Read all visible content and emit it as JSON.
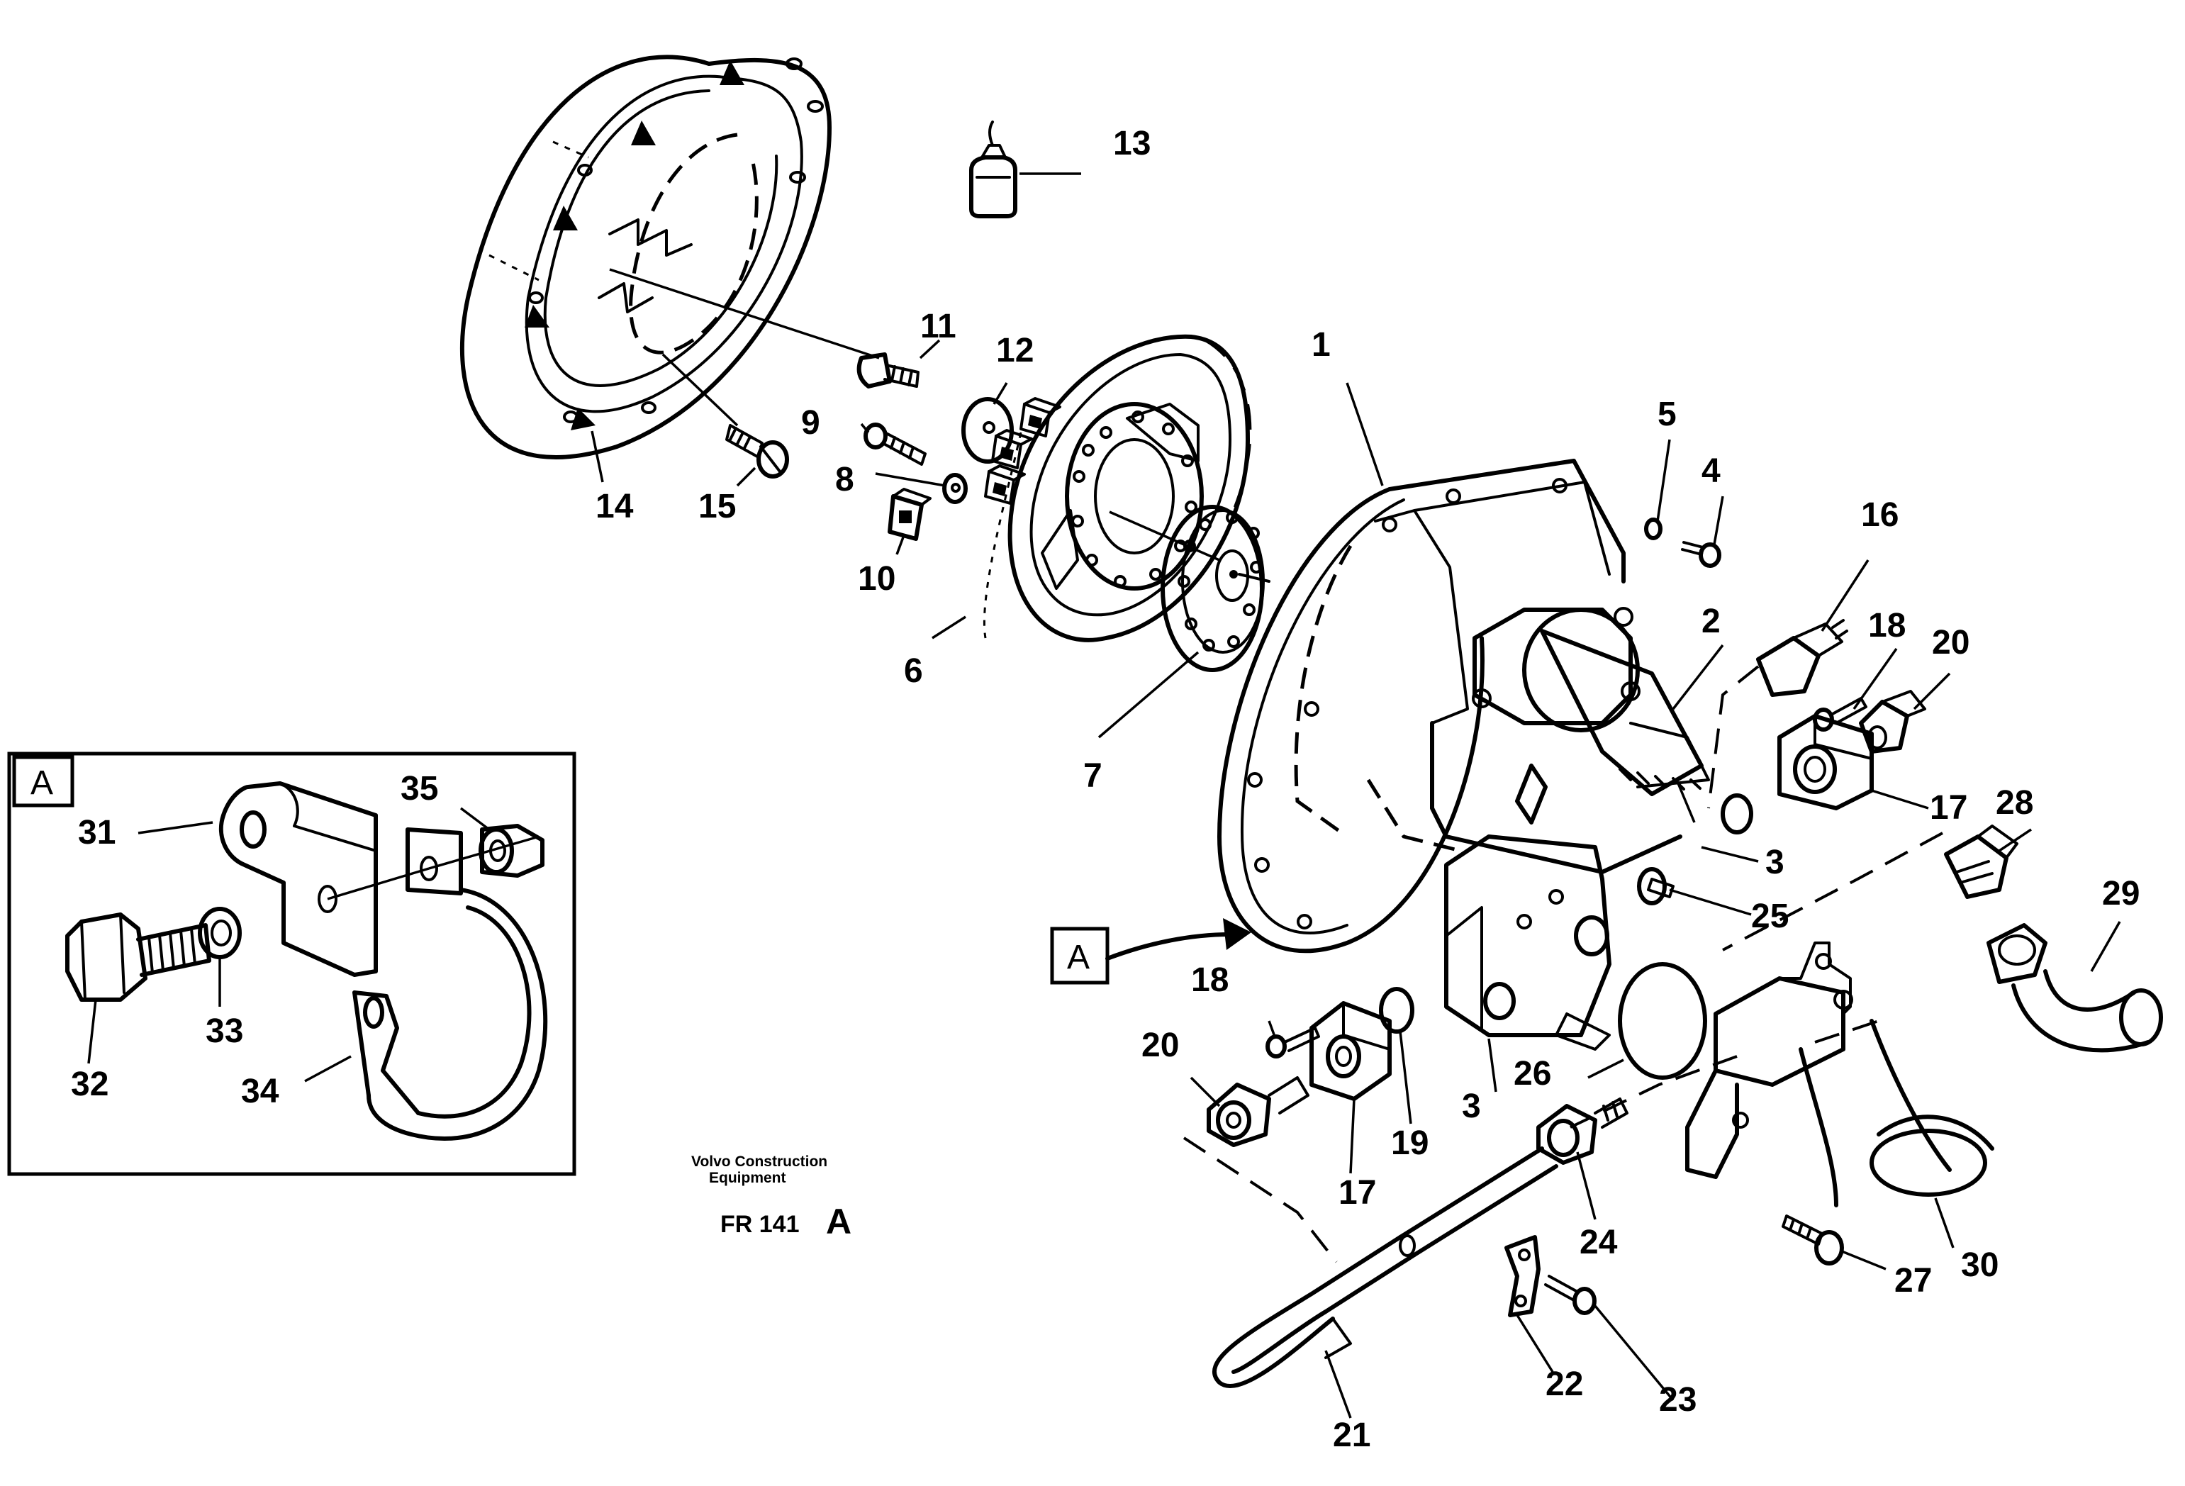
{
  "callouts": [
    "1",
    "2",
    "3",
    "3",
    "4",
    "5",
    "6",
    "7",
    "8",
    "9",
    "10",
    "11",
    "12",
    "13",
    "14",
    "15",
    "16",
    "17",
    "17",
    "18",
    "18",
    "19",
    "20",
    "20",
    "21",
    "22",
    "23",
    "24",
    "25",
    "26",
    "27",
    "28",
    "29",
    "30",
    "31",
    "32",
    "33",
    "34",
    "35"
  ],
  "view_marker": "A",
  "detail_box_label": "A",
  "publisher_line1": "Volvo Construction",
  "publisher_line2": "Equipment",
  "figure_code": "FR 141",
  "figure_suffix": "A"
}
